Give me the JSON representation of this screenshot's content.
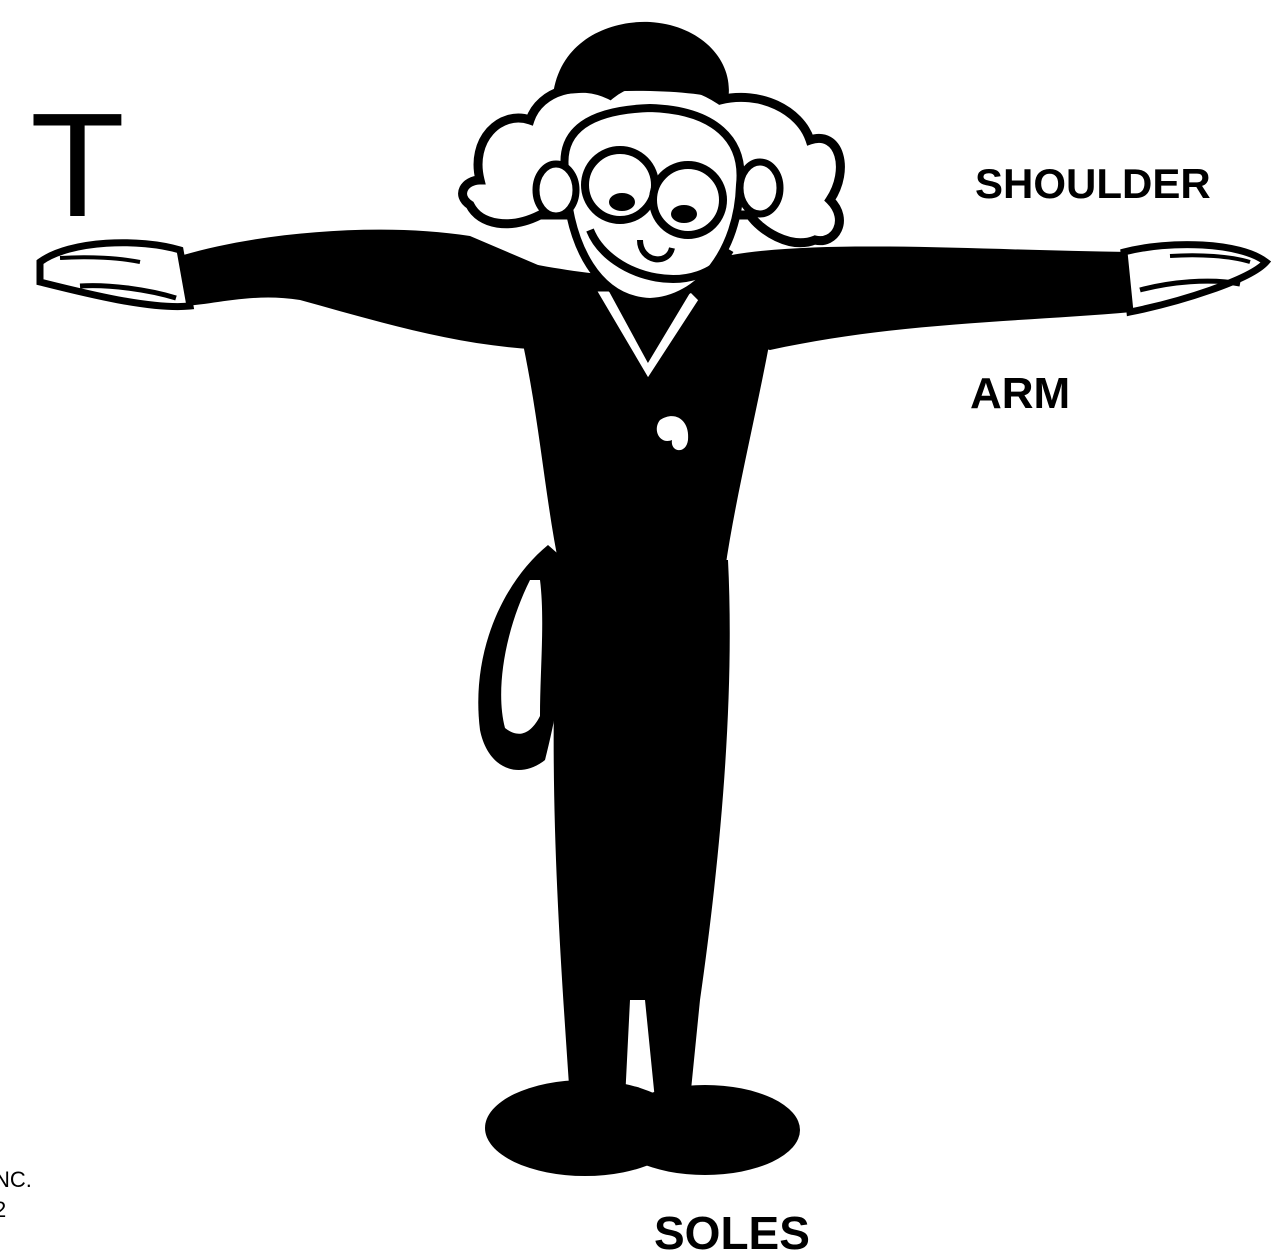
{
  "pose_letter": "T",
  "labels": {
    "shoulder": "SHOULDER",
    "arm": "ARM",
    "soles": "SOLES"
  },
  "credit": {
    "line1": "NC.",
    "line2": "2"
  },
  "colors": {
    "ink": "#000000",
    "paper": "#ffffff"
  }
}
